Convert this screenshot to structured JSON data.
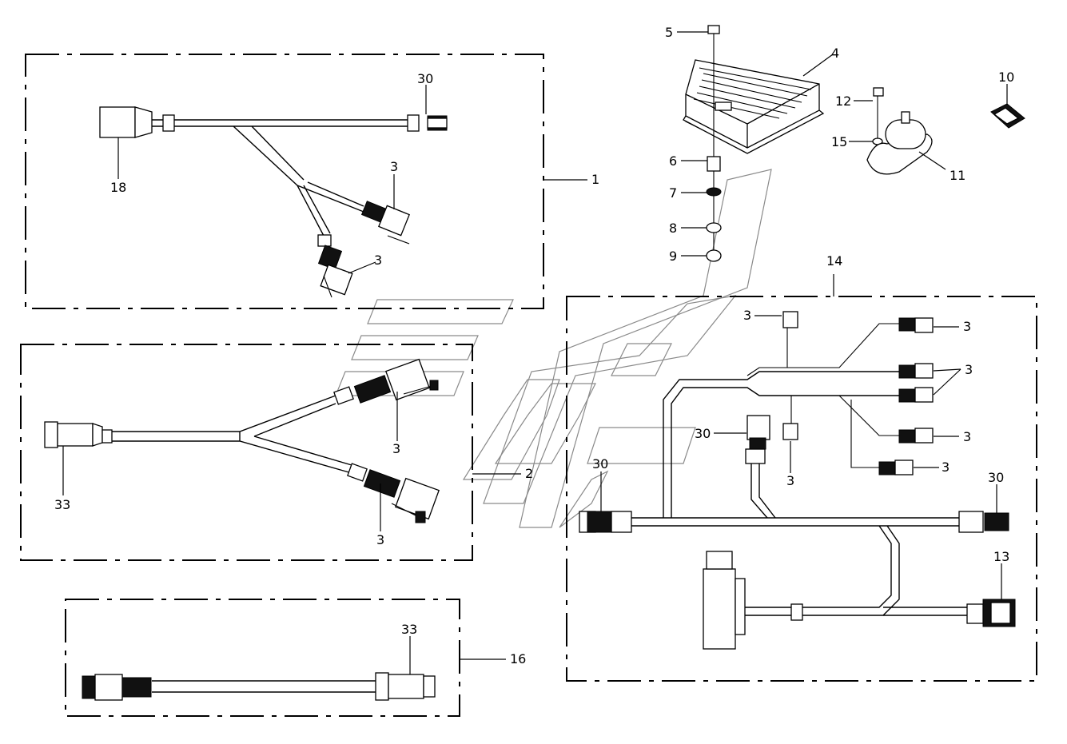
{
  "callouts": {
    "c1": "1",
    "c2": "2",
    "c3_a": "3",
    "c3_b": "3",
    "c3_c": "3",
    "c3_d": "3",
    "c3_e": "3",
    "c3_f": "3",
    "c3_g": "3",
    "c3_h": "3",
    "c3_i": "3",
    "c3_j": "3",
    "c4": "4",
    "c5": "5",
    "c6": "6",
    "c7": "7",
    "c8": "8",
    "c9": "9",
    "c10": "10",
    "c11": "11",
    "c12": "12",
    "c13": "13",
    "c14": "14",
    "c15": "15",
    "c16": "16",
    "c18": "18",
    "c30_a": "30",
    "c30_b": "30",
    "c30_c": "30",
    "c30_d": "30",
    "c33_a": "33",
    "c33_b": "33"
  }
}
